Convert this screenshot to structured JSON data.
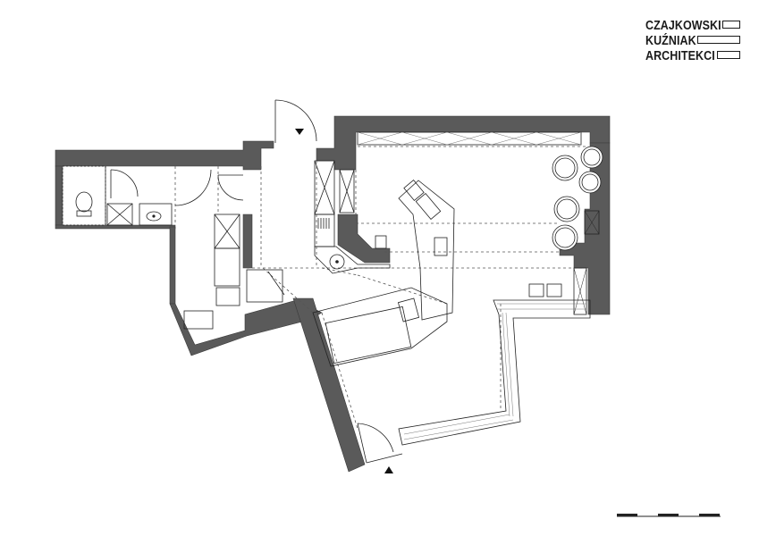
{
  "logo": {
    "lines": [
      "CZAJKOWSKI",
      "KUŹNIAK",
      "ARCHITEKCI"
    ]
  },
  "colors": {
    "wall": "#5a5a5a",
    "line": "#222222",
    "background": "#ffffff"
  },
  "icons": [
    "entrance-arrow-icon",
    "toilet-icon",
    "sink-icon",
    "stove-icon",
    "chair-icon"
  ]
}
